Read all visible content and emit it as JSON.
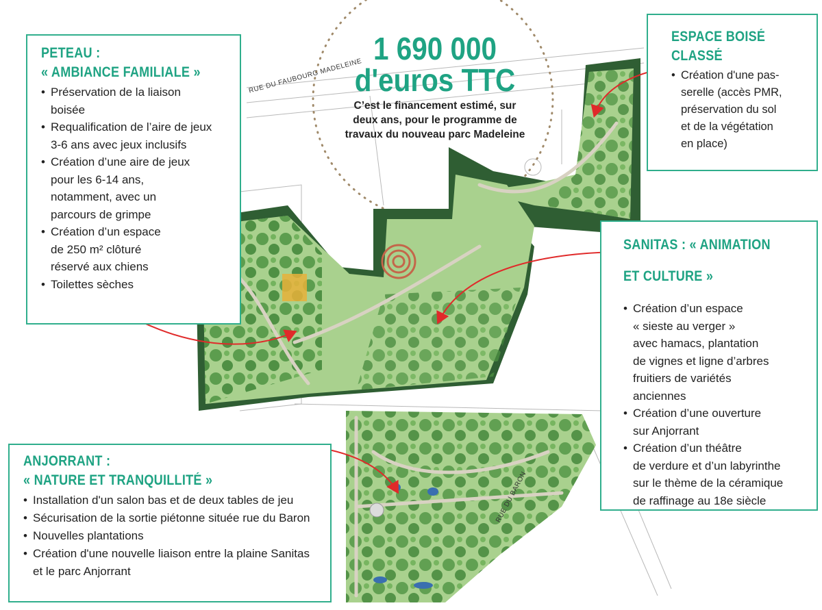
{
  "funding": {
    "amount": "1 690 000",
    "currency": "d'euros TTC",
    "caption": "C’est le financement estimé, sur\ndeux ans, pour le programme de\ntravaux du nouveau parc Madeleine"
  },
  "streets": {
    "faubourg": "RUE DU FAUBOURG MADELEINE",
    "baron": "RUE DU BARON"
  },
  "peteau": {
    "title_line1": "PETEAU :",
    "title_line2": "« AMBIANCE FAMILIALE »",
    "items": [
      "Préservation de la liaison\nboisée",
      "Requalification de l’aire de jeux\n3-6 ans avec jeux inclusifs",
      "Création d’une aire de jeux\npour les 6-14 ans,\nnotamment, avec un\nparcours de grimpe",
      "Création d’un espace\nde 250 m² clôturé\nréservé aux chiens",
      "Toilettes sèches"
    ]
  },
  "espace_boise": {
    "title_line1": "ESPACE BOISÉ",
    "title_line2": "CLASSÉ",
    "items": [
      "Création d'une pas-\nserelle (accès PMR,\npréservation du sol\net de la végétation\nen place)"
    ]
  },
  "sanitas": {
    "title_line1": "SANITAS : « ANIMATION",
    "title_line2": "ET CULTURE »",
    "items": [
      "Création d’un espace\n« sieste au verger »\navec hamacs, plantation\nde vignes et ligne d’arbres\nfruitiers de variétés\nanciennes",
      "Création d’une ouverture\nsur Anjorrant",
      "Création d’un théâtre\nde verdure et d’un labyrinthe\nsur le thème de la céramique\nde raffinage au 18e siècle"
    ]
  },
  "anjorrant": {
    "title_line1": "ANJORRANT :",
    "title_line2": "« NATURE ET TRANQUILLITÉ »",
    "items": [
      "Installation d'un salon bas et de deux tables de jeu",
      "Sécurisation de la sortie piétonne située rue du Baron",
      "Nouvelles plantations",
      "Création d'une nouvelle liaison entre la plaine Sanitas\net le parc Anjorrant"
    ]
  },
  "colors": {
    "accent": "#1fa383",
    "arrow": "#e02a2a",
    "park_light": "#a9d18e",
    "park_dark": "#2f5e33"
  }
}
